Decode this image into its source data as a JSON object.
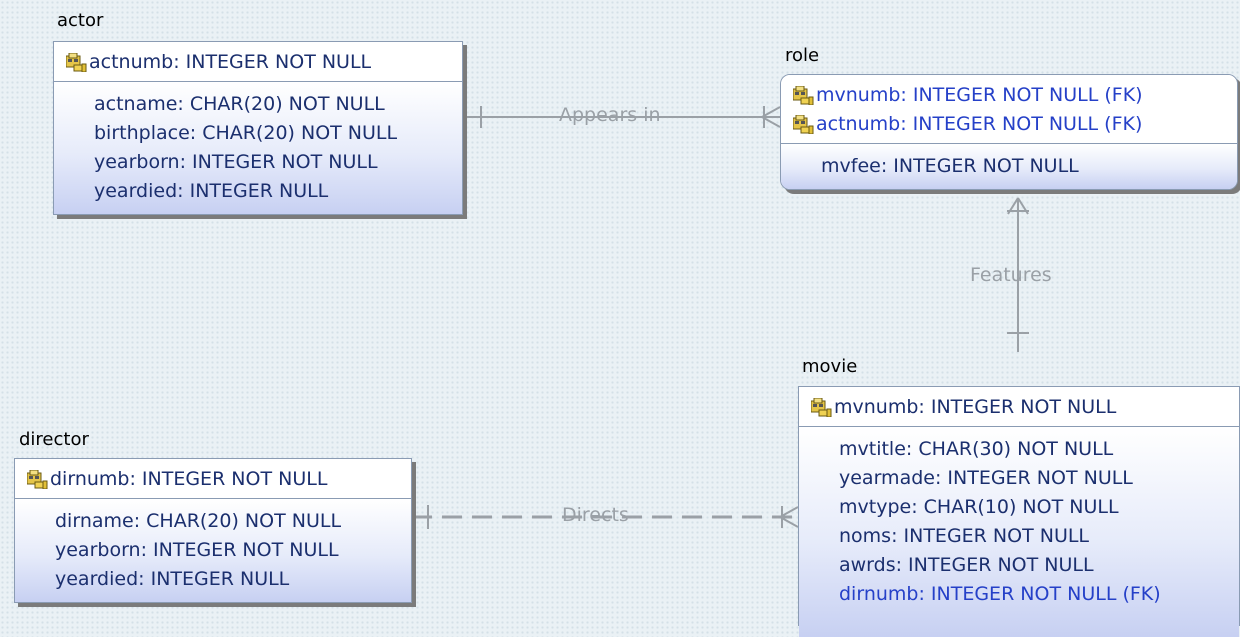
{
  "entities": {
    "actor": {
      "title": "actor",
      "pk": [
        "actnumb: INTEGER NOT NULL"
      ],
      "attributes": [
        "actname: CHAR(20) NOT NULL",
        "birthplace: CHAR(20) NOT NULL",
        "yearborn: INTEGER NOT NULL",
        "yeardied: INTEGER NULL"
      ]
    },
    "role": {
      "title": "role",
      "pk": [
        "mvnumb: INTEGER NOT NULL (FK)",
        "actnumb: INTEGER NOT NULL (FK)"
      ],
      "attributes": [
        "mvfee: INTEGER NOT NULL"
      ]
    },
    "movie": {
      "title": "movie",
      "pk": [
        "mvnumb: INTEGER NOT NULL"
      ],
      "attributes": [
        "mvtitle: CHAR(30) NOT NULL",
        "yearmade: INTEGER NOT NULL",
        "mvtype: CHAR(10) NOT NULL",
        "noms: INTEGER NOT NULL",
        "awrds: INTEGER NOT NULL",
        "dirnumb: INTEGER NOT NULL (FK)"
      ]
    },
    "director": {
      "title": "director",
      "pk": [
        "dirnumb: INTEGER NOT NULL"
      ],
      "attributes": [
        "dirname: CHAR(20) NOT NULL",
        "yearborn: INTEGER NOT NULL",
        "yeardied: INTEGER NULL"
      ]
    }
  },
  "relationships": {
    "appears_in": "Appears in",
    "features": "Features",
    "directs": "Directs"
  },
  "icons": {
    "key": "primary-key-icon"
  },
  "colors": {
    "attribute_text": "#1b2f6e",
    "fk_text": "#2540c8",
    "relation_line": "#9aa0a6"
  }
}
